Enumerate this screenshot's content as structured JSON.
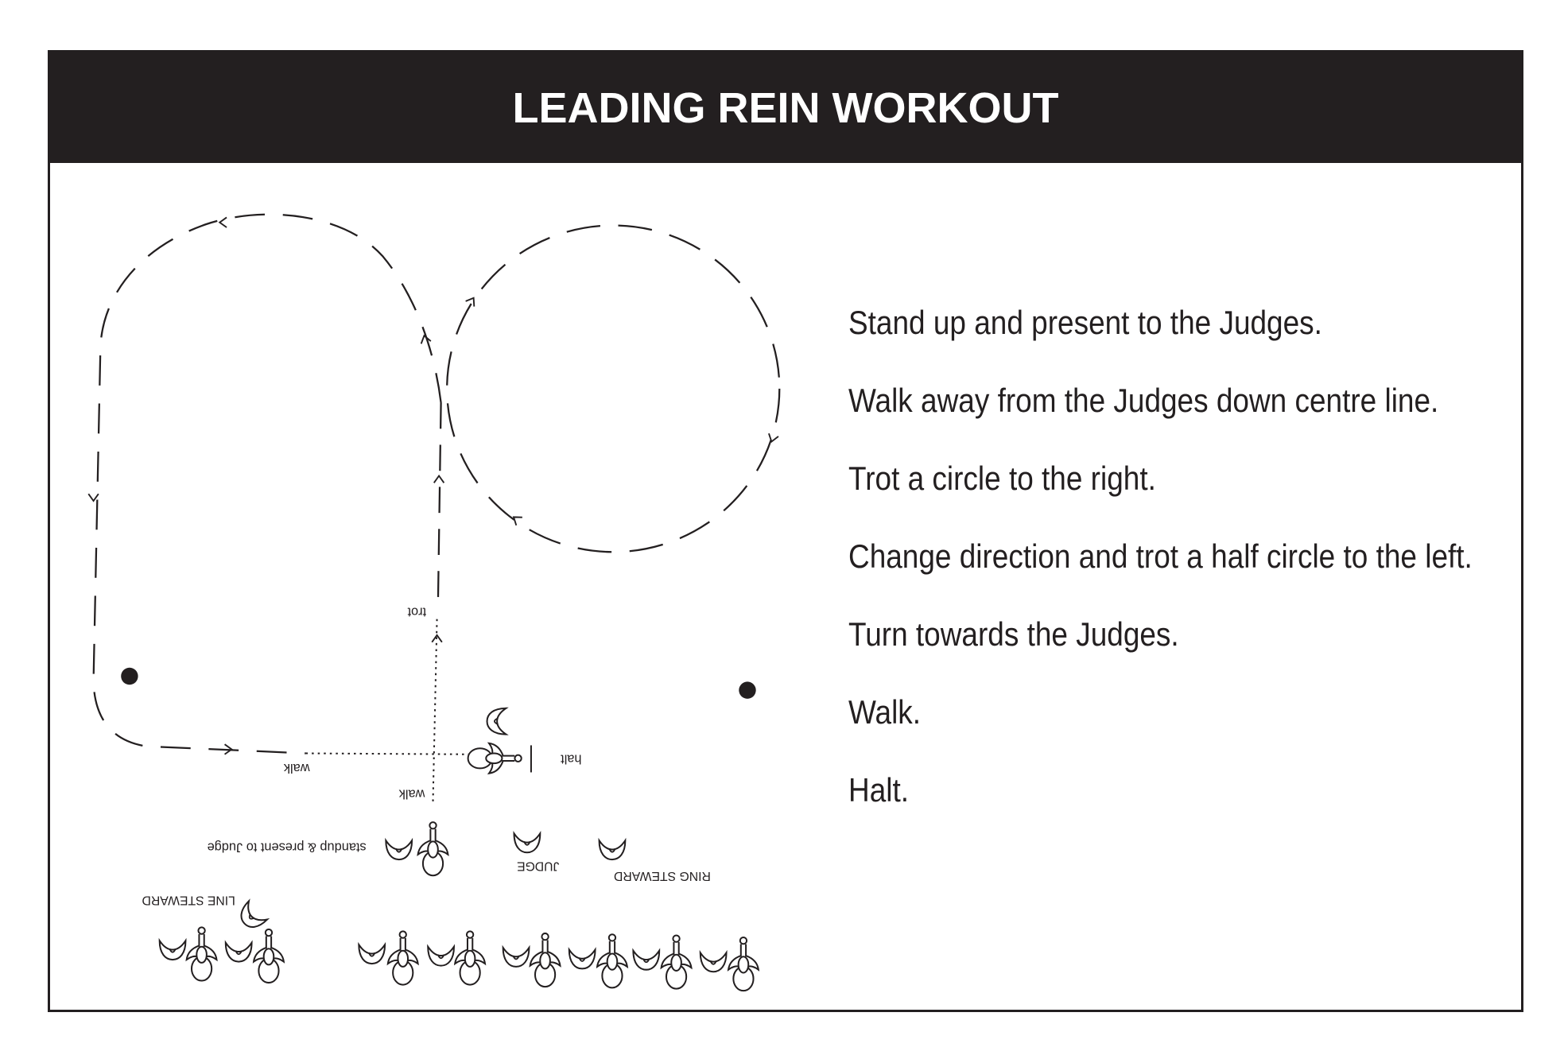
{
  "title": "LEADING REIN WORKOUT",
  "instructions": [
    "Stand up and present to the Judges.",
    "Walk away from the Judges down centre line.",
    "Trot a circle to the right.",
    "Change direction and trot a half circle to the left.",
    "Turn towards the Judges.",
    "Walk.",
    "Halt."
  ],
  "diagram": {
    "labels": {
      "trot": "trot",
      "walk_to_halt": "walk",
      "walk_centre_line": "walk",
      "halt": "halt",
      "standup": "standup & present to Judge",
      "judge": "JUDGE",
      "ring_steward": "RING STEWARD",
      "line_steward": "LINE STEWARD"
    },
    "icons": {
      "rider": "horse-rider-icon",
      "person": "person-icon",
      "direction": "direction-arrow-icon",
      "marker": "marker-dot-icon"
    }
  },
  "colors": {
    "ink": "#231f20",
    "header_background": "#231f20",
    "header_text": "#ffffff",
    "background": "#ffffff"
  }
}
